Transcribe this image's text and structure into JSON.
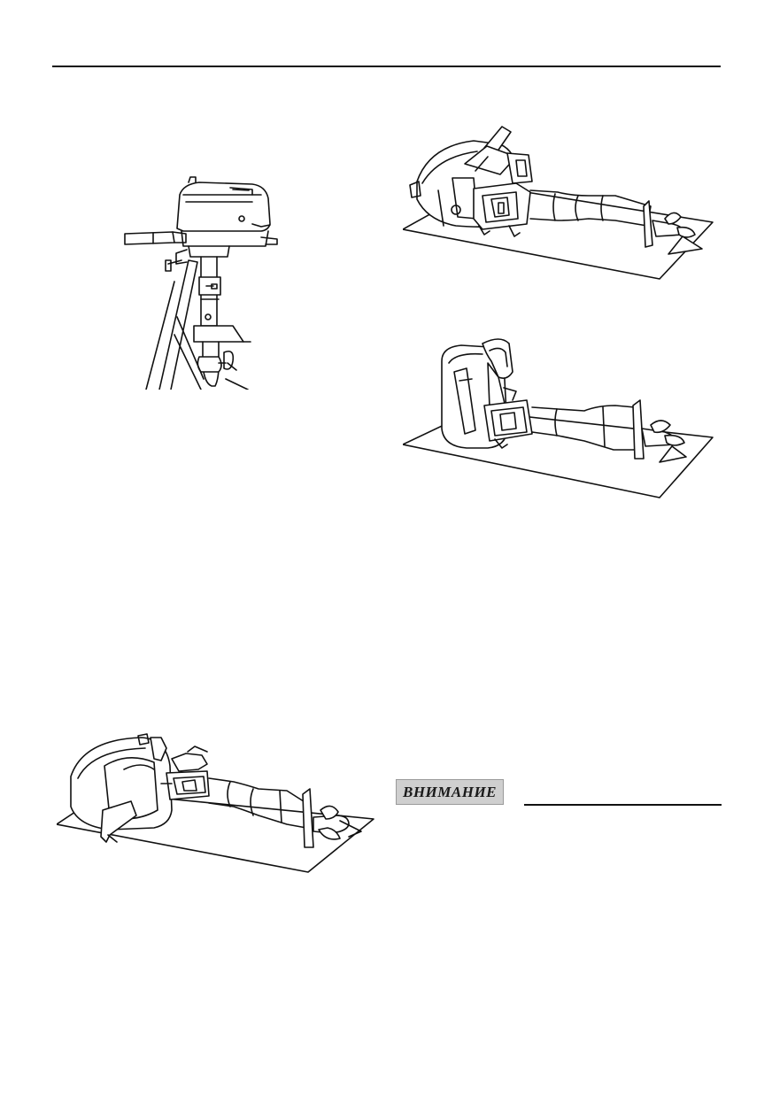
{
  "page": {
    "caution_label": "ВНИМАНИЕ"
  },
  "illustrations": [
    {
      "id": "motor-upright",
      "icon": "outboard-motor-mounted-illustration"
    },
    {
      "id": "motor-lying-front",
      "icon": "outboard-motor-lying-front-illustration"
    },
    {
      "id": "motor-lying-tiller-up",
      "icon": "outboard-motor-lying-tiller-up-illustration"
    },
    {
      "id": "motor-lying-tiller-down",
      "icon": "outboard-motor-lying-tiller-down-illustration"
    }
  ]
}
